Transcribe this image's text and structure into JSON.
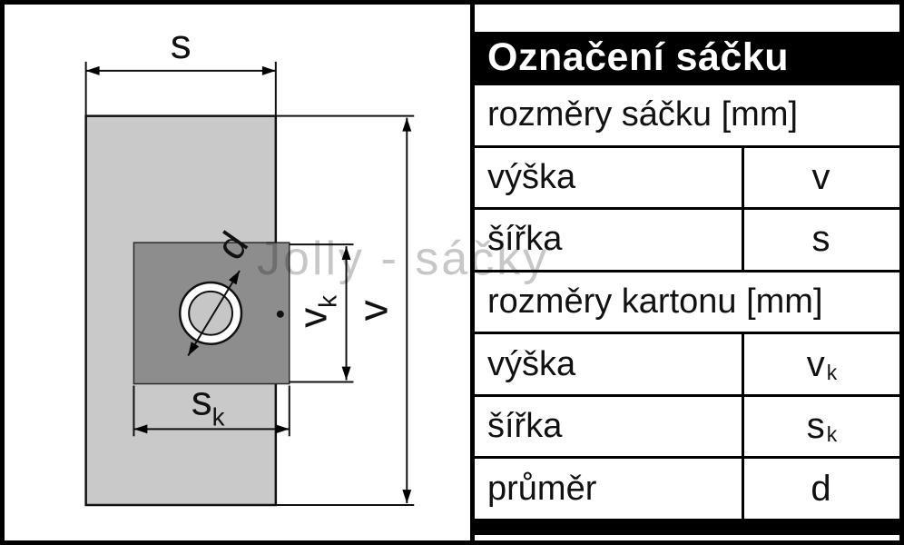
{
  "watermark": "Jolly - sáčky",
  "diagram": {
    "bag_width_label": "s",
    "bag_height_label": "v",
    "carton_height_label": "v",
    "carton_height_sub": "k",
    "carton_width_label": "s",
    "carton_width_sub": "k",
    "diameter_label": "d"
  },
  "table": {
    "header": "Označení sáčku",
    "rows": [
      {
        "type": "section",
        "label": "rozměry sáčku [mm]"
      },
      {
        "type": "pair",
        "label": "výška",
        "value": "v",
        "sub": ""
      },
      {
        "type": "pair",
        "label": "šířka",
        "value": "s",
        "sub": ""
      },
      {
        "type": "section",
        "label": "rozměry kartonu [mm]"
      },
      {
        "type": "pair",
        "label": "výška",
        "value": "v",
        "sub": "k"
      },
      {
        "type": "pair",
        "label": "šířka",
        "value": "s",
        "sub": "k"
      },
      {
        "type": "pair",
        "label": "průměr",
        "value": "d",
        "sub": ""
      }
    ]
  }
}
